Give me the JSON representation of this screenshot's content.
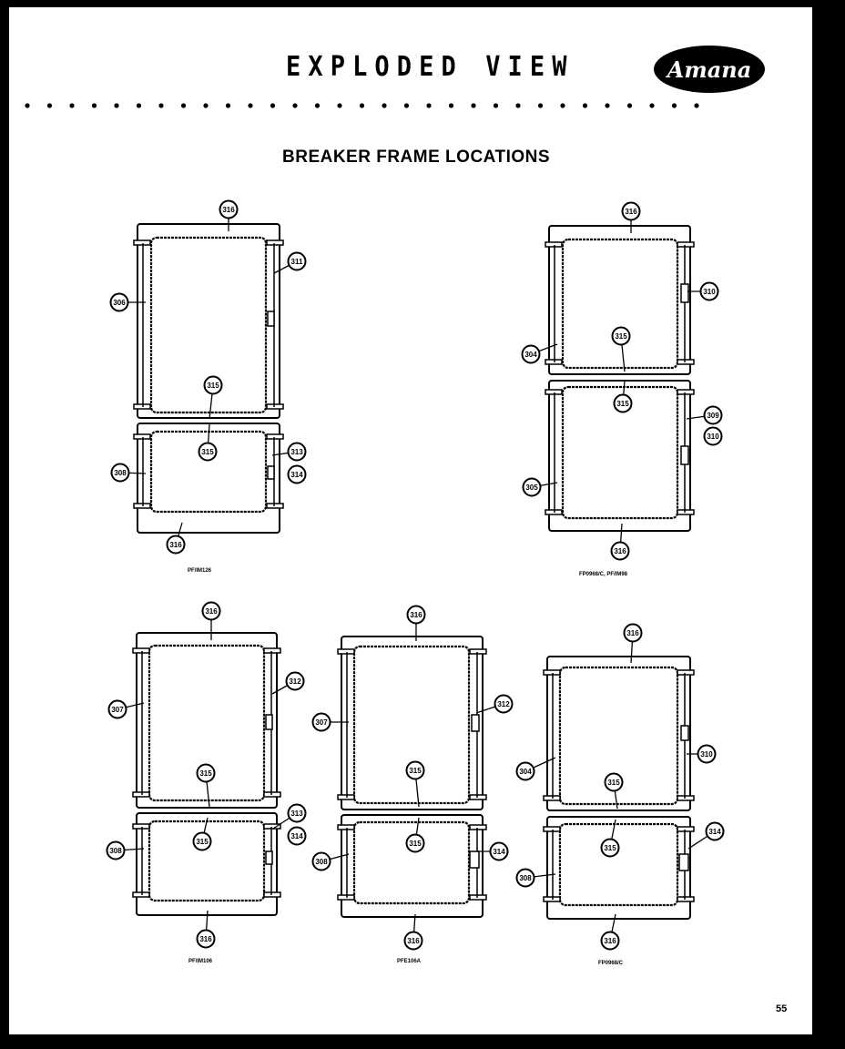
{
  "header": {
    "title": "EXPLODED VIEW",
    "brand": "Amana"
  },
  "subtitle": "BREAKER FRAME LOCATIONS",
  "page_number": "55",
  "assemblies": [
    {
      "caption": "PF/IM126",
      "callouts": [
        "316",
        "311",
        "306",
        "315",
        "315",
        "308",
        "313",
        "314",
        "316"
      ]
    },
    {
      "caption": "FP0968/C, PF/IM98",
      "callouts": [
        "316",
        "310",
        "304",
        "315",
        "315",
        "309",
        "310",
        "305",
        "316"
      ]
    },
    {
      "caption": "PF/IM106",
      "callouts": [
        "316",
        "312",
        "307",
        "315",
        "315",
        "313",
        "314",
        "308",
        "316"
      ]
    },
    {
      "caption": "PFE106A",
      "callouts": [
        "316",
        "307",
        "312",
        "315",
        "315",
        "308",
        "314",
        "316"
      ]
    },
    {
      "caption": "FP0968/C",
      "callouts": [
        "316",
        "304",
        "310",
        "315",
        "315",
        "314",
        "308",
        "316"
      ]
    }
  ]
}
